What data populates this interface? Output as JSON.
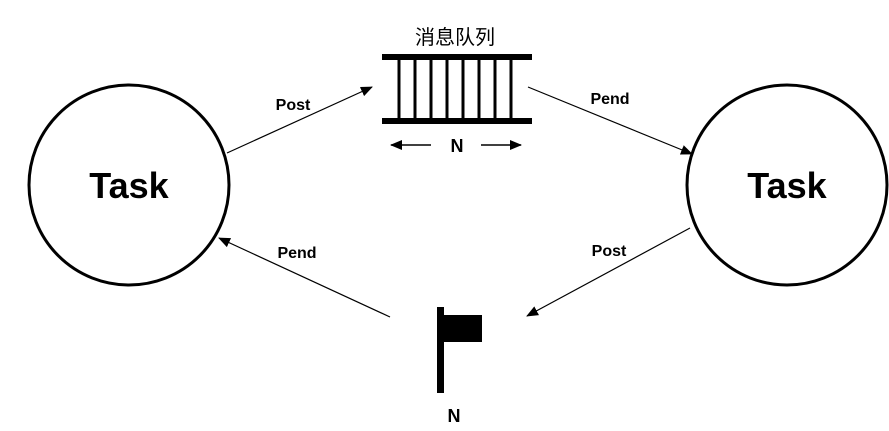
{
  "nodes": {
    "task_left": {
      "label": "Task"
    },
    "task_right": {
      "label": "Task"
    },
    "queue": {
      "title": "消息队列",
      "length_label": "N"
    },
    "flag": {
      "label": "N"
    }
  },
  "edges": {
    "left_to_queue": {
      "label": "Post"
    },
    "queue_to_right": {
      "label": "Pend"
    },
    "right_to_flag": {
      "label": "Post"
    },
    "flag_to_left": {
      "label": "Pend"
    }
  },
  "colors": {
    "stroke": "#000000",
    "background": "#ffffff"
  }
}
